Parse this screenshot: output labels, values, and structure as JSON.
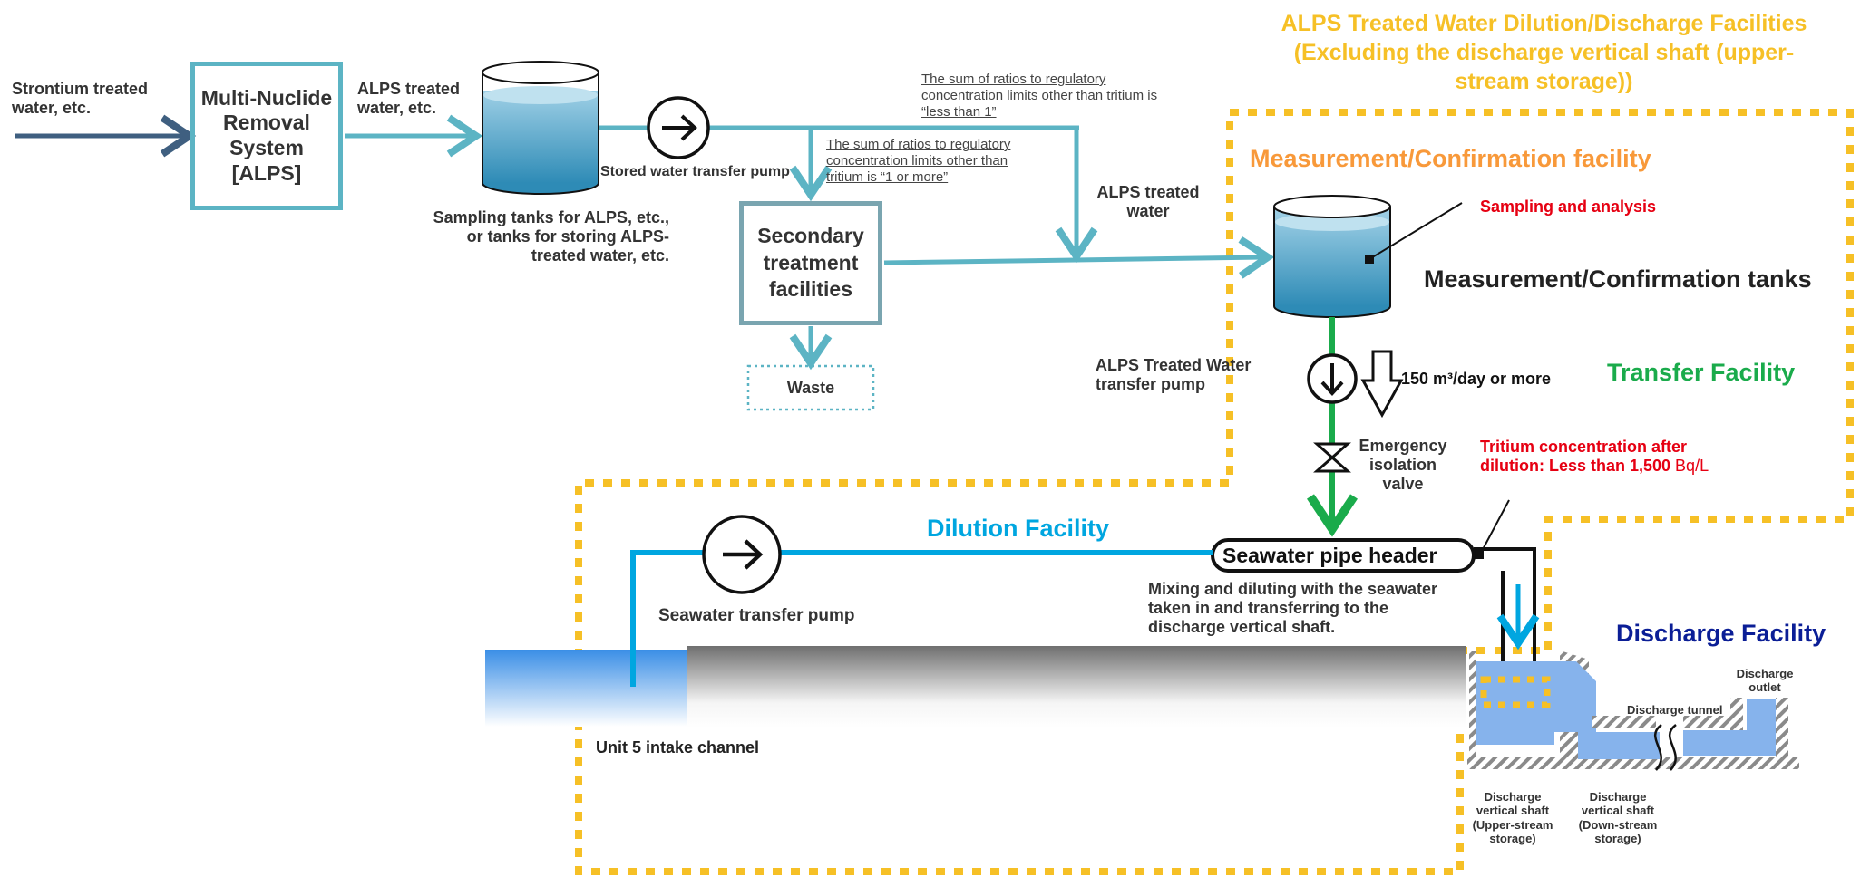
{
  "facility_title": "ALPS Treated Water Dilution/Discharge Facilities\n(Excluding the discharge vertical shaft (upper-\nstream storage))",
  "inputs": {
    "strontium": "Strontium treated\nwater, etc.",
    "alps_box": "Multi-Nuclide\nRemoval\nSystem\n[ALPS]",
    "alps_treated_1": "ALPS treated\nwater, etc."
  },
  "sampling_tanks": {
    "label": "Sampling tanks for ALPS, etc.,\nor tanks for storing ALPS-\ntreated water, etc.",
    "pump_label": "Stored water transfer pump"
  },
  "notes": {
    "less_than_1": "The sum of ratios to regulatory\nconcentration limits other than tritium is\n“less than 1”",
    "one_or_more": "The sum of ratios to regulatory\nconcentration limits other than\ntritium is “1 or more”"
  },
  "secondary": {
    "box": "Secondary\ntreatment\nfacilities",
    "waste": "Waste"
  },
  "alps_treated_2": "ALPS treated\nwater",
  "measurement": {
    "title": "Measurement/Confirmation facility",
    "sampling": "Sampling and analysis",
    "tanks": "Measurement/Confirmation tanks"
  },
  "transfer": {
    "pump_label": "ALPS Treated Water\ntransfer pump",
    "flow": "150 m³/day or more",
    "title": "Transfer Facility",
    "valve": "Emergency\nisolation\nvalve"
  },
  "tritium": {
    "label": "Tritium concentration after\ndilution: Less than 1,500",
    "unit": " Bq/L"
  },
  "dilution": {
    "title": "Dilution Facility",
    "header": "Seawater pipe header",
    "pump_label": "Seawater transfer pump",
    "mixing": "Mixing and diluting with the seawater\ntaken in and transferring to the\ndischarge vertical shaft.",
    "intake": "Unit 5 intake channel"
  },
  "discharge": {
    "title": "Discharge Facility",
    "outlet": "Discharge\noutlet",
    "tunnel": "Discharge tunnel",
    "shaft_up": "Discharge\nvertical shaft\n(Upper-stream\nstorage)",
    "shaft_down": "Discharge\nvertical shaft\n(Down-stream\nstorage)"
  },
  "colors": {
    "teal": "#5cb4c4",
    "dark_blue_arrow": "#3f5f80",
    "orange_dotted": "#f6c026",
    "green": "#1aab4b",
    "cyan": "#00a6e0",
    "orange_title": "#f8993a",
    "facility_title": "#f6c026",
    "red": "#e60012",
    "transfer_green": "#1aab4b",
    "navy": "#0b1e96",
    "discharge_blue": "#86b3ec"
  }
}
